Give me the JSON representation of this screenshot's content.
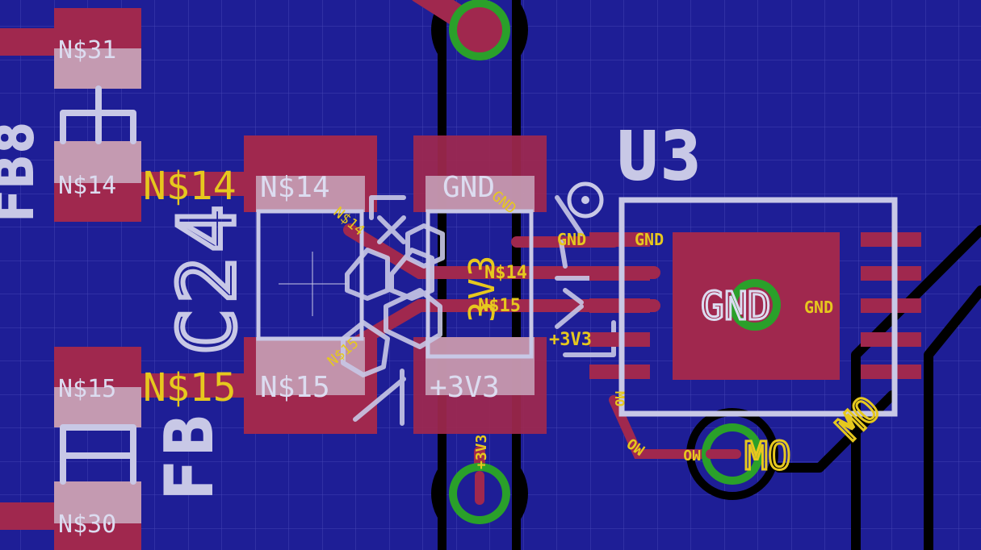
{
  "colors": {
    "background": "#1e1e96",
    "grid": "#4a4ab8",
    "copper": "#a0284e",
    "silkscreen": "#c8c8e6",
    "pad_label": "#d8d8f0",
    "net_label": "#e6c81e",
    "via_ring": "#2aa02a",
    "clearance": "#000000"
  },
  "components": {
    "fb8": {
      "ref": "FB8"
    },
    "fb": {
      "ref": "FB"
    },
    "u3": {
      "ref": "U3"
    },
    "c24": {
      "ref": "C24"
    },
    "c24_value": {
      "text": "3V3"
    }
  },
  "pads": {
    "n31": "N$31",
    "n14_left": "N$14",
    "n15_left": "N$15",
    "n30": "N$30",
    "n14_mid": "N$14",
    "n15_mid": "N$15",
    "gnd_top": "GND",
    "p3v3_bottom": "+3V3",
    "gnd_center": "GND"
  },
  "net_labels": {
    "n14_big": "N$14",
    "n15_big": "N$15",
    "n14_small_diag": "N$14",
    "n15_small_diag": "N$15",
    "gnd_small_diag": "GND",
    "p3v3_vertical": "+3V3",
    "n14_trace": "N$14",
    "n15_trace": "N$15",
    "gnd_pin1": "GND",
    "gnd_pin2": "GND",
    "p3v3_pin": "+3V3",
    "gnd_right": "GND",
    "mo_big": "MO",
    "mo_diag_right": "MO",
    "mo_small": "MO",
    "mo_diag_left": "MO",
    "mo_vertical": "MO",
    "p3v3_via": "+3V3"
  }
}
